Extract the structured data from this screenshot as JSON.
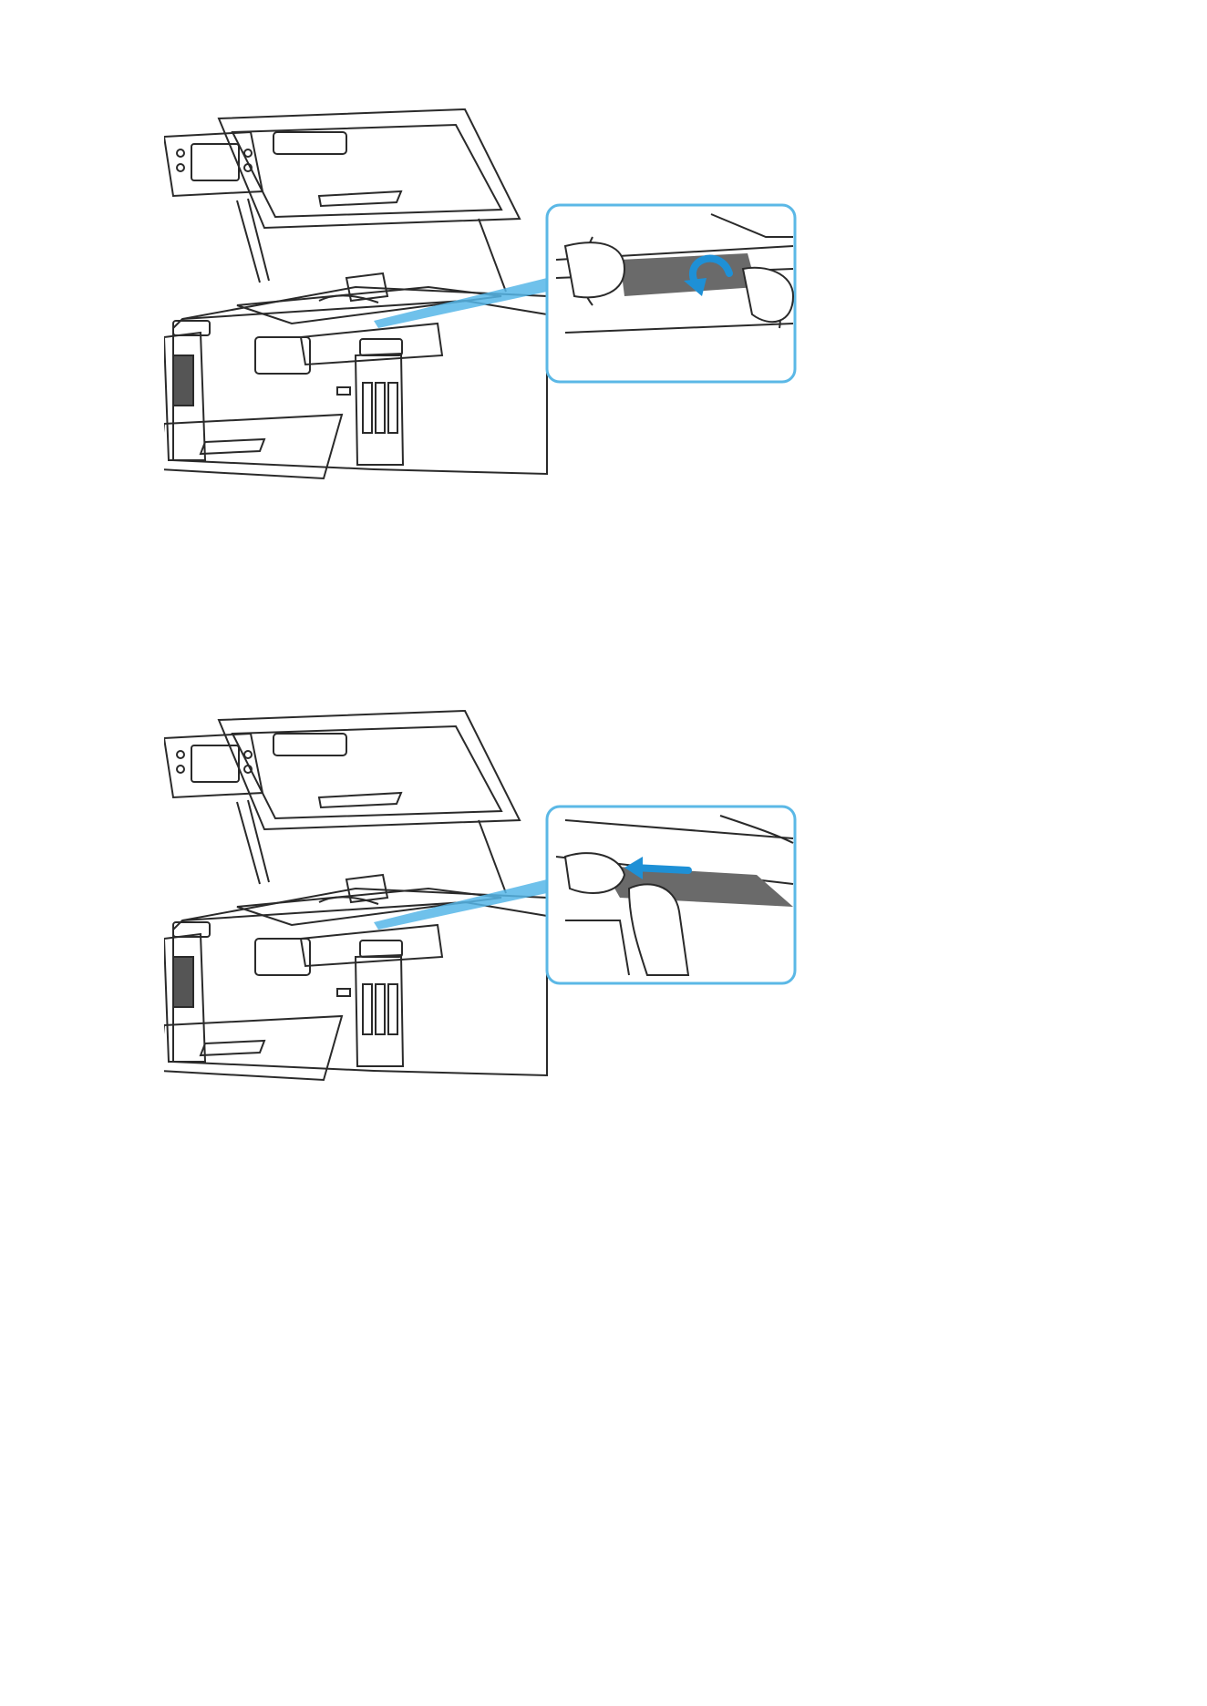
{
  "document": {
    "figures": [
      {
        "id": "step-1",
        "alt": "",
        "callout": {
          "border_color": "#5bb8e6",
          "arrow_color": "#1e90d6",
          "arrow_type": "curved"
        }
      },
      {
        "id": "step-2",
        "alt": "",
        "callout": {
          "border_color": "#5bb8e6",
          "arrow_color": "#1e90d6",
          "arrow_type": "straight"
        }
      }
    ],
    "colors": {
      "line": "#2a2a2a",
      "paper_jam": "#6a6a6a",
      "beam": "#56b6e8"
    }
  }
}
